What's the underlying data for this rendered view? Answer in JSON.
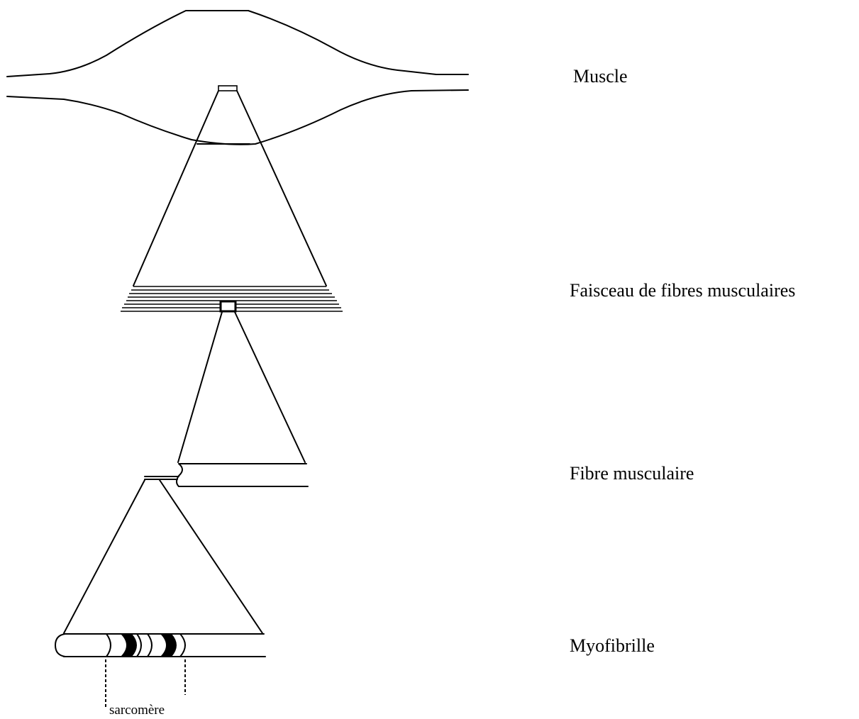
{
  "labels": {
    "muscle": "Muscle",
    "fascicle": "Faisceau de fibres musculaires",
    "fiber": "Fibre musculaire",
    "myofibril": "Myofibrille",
    "sarcomere": "sarcomère"
  }
}
